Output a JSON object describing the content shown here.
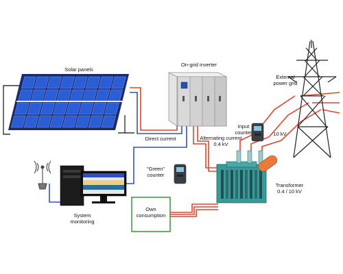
{
  "labels": {
    "solar_panels": "Solar panels",
    "inverter": "On-grid inverter",
    "external_grid_1": "External",
    "external_grid_2": "power grid",
    "input_counter_1": "Input",
    "input_counter_2": "counter",
    "direct_current": "Direct current",
    "alternating_current_1": "Alternating current",
    "alternating_current_2": "0.4 kV",
    "voltage_10kv": "10 kV",
    "green_counter_1": "\"Green\"",
    "green_counter_2": "counter",
    "transformer_1": "Transformer",
    "transformer_2": "0.4 / 10 kV",
    "own_consumption_1": "Own",
    "own_consumption_2": "consumption",
    "system_monitoring_1": "System",
    "system_monitoring_2": "monitoring"
  },
  "colors": {
    "ac_line": "#e8402a",
    "dc_line": "#2f4fc4",
    "frame_line": "#333333",
    "panel_cell": "#2b5dd6",
    "panel_border": "#1a2a6a",
    "inverter_body": "#d6d6d6",
    "transformer_body": "#3a9a9a",
    "transformer_tank": "#e87a3a",
    "own_box_border": "#2e8a2e",
    "tower": "#222222"
  },
  "icons": {
    "panels": "solar-panel-icon",
    "inverter": "inverter-cabinet-icon",
    "tower": "power-tower-icon",
    "meter": "electric-meter-icon",
    "transformer": "transformer-icon",
    "computer": "computer-icon",
    "antenna": "antenna-icon"
  }
}
